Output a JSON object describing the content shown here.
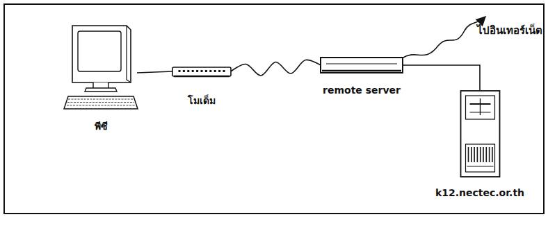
{
  "diagram": {
    "nodes": [
      {
        "text": [
          "พีซี"
        ]
      },
      {
        "text": [
          "โมเด็ม"
        ]
      },
      {
        "text": [
          "remote server"
        ]
      },
      {
        "text": [
          "k12.nectec.or.th"
        ]
      }
    ],
    "edges": [
      {
        "from": 0,
        "to": 1,
        "arrow": "none"
      },
      {
        "from": 1,
        "to": 2,
        "arrow": "none"
      },
      {
        "from": 2,
        "to": 3,
        "arrow": "none"
      }
    ],
    "labels": [
      "ไปอินเทอร์เน็ต"
    ]
  }
}
